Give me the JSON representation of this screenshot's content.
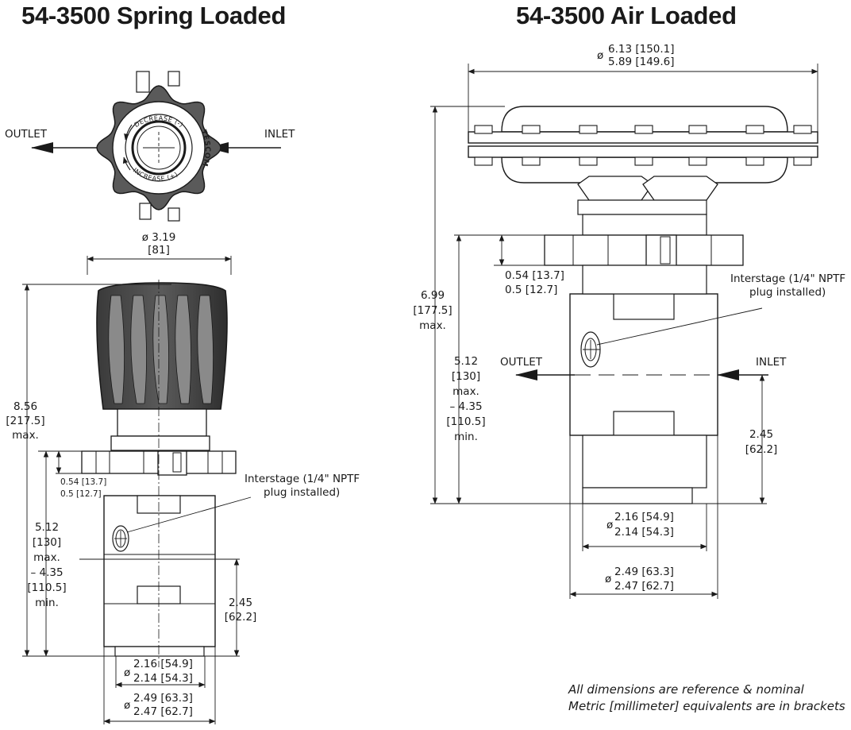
{
  "spring": {
    "title": "54-3500 Spring Loaded",
    "outlet": "OUTLET",
    "inlet": "INLET",
    "knob_top": "DECREASE (-)",
    "knob_bottom": "INCREASE (+)",
    "knob_brand": "TESCOM",
    "knob_dia_in": "ø 3.19",
    "knob_dia_mm": "[81]",
    "height_in": "8.56",
    "height_mm": "[217.5]",
    "height_note": "max.",
    "flange_a": "0.54 [13.7]",
    "flange_b": "0.5 [12.7]",
    "body_max_in": "5.12",
    "body_max_mm": "[130]",
    "body_max_note": "max.",
    "body_min_in": "– 4.35",
    "body_min_mm": "[110.5]",
    "body_min_note": "min.",
    "interstage_1": "Interstage (1/4\" NPTF",
    "interstage_2": "plug installed)",
    "port_h_in": "2.45",
    "port_h_mm": "[62.2]",
    "dia_inner_1": "2.16 [54.9]",
    "dia_inner_2": "2.14 [54.3]",
    "dia_outer_1": "2.49 [63.3]",
    "dia_outer_2": "2.47 [62.7]",
    "phi": "ø"
  },
  "air": {
    "title": "54-3500 Air Loaded",
    "dia_top_1": "6.13 [150.1]",
    "dia_top_2": "5.89 [149.6]",
    "phi": "ø",
    "height_in": "6.99",
    "height_mm": "[177.5]",
    "height_note": "max.",
    "flange_a": "0.54 [13.7]",
    "flange_b": "0.5 [12.7]",
    "interstage_1": "Interstage (1/4\" NPTF",
    "interstage_2": "plug installed)",
    "outlet": "OUTLET",
    "inlet": "INLET",
    "body_max_in": "5.12",
    "body_max_mm": "[130]",
    "body_max_note": "max.",
    "body_min_in": "– 4.35",
    "body_min_mm": "[110.5]",
    "body_min_note": "min.",
    "port_h_in": "2.45",
    "port_h_mm": "[62.2]",
    "dia_inner_1": "2.16 [54.9]",
    "dia_inner_2": "2.14 [54.3]",
    "dia_outer_1": "2.49 [63.3]",
    "dia_outer_2": "2.47 [62.7]"
  },
  "notes": {
    "line1": "All dimensions are reference & nominal",
    "line2": "Metric [millimeter] equivalents are in brackets"
  },
  "colors": {
    "line": "#1a1a1a",
    "body_fill": "#ffffff",
    "knob_fill": "#4a4a4a",
    "knob_highlight": "#8c8c8c"
  }
}
